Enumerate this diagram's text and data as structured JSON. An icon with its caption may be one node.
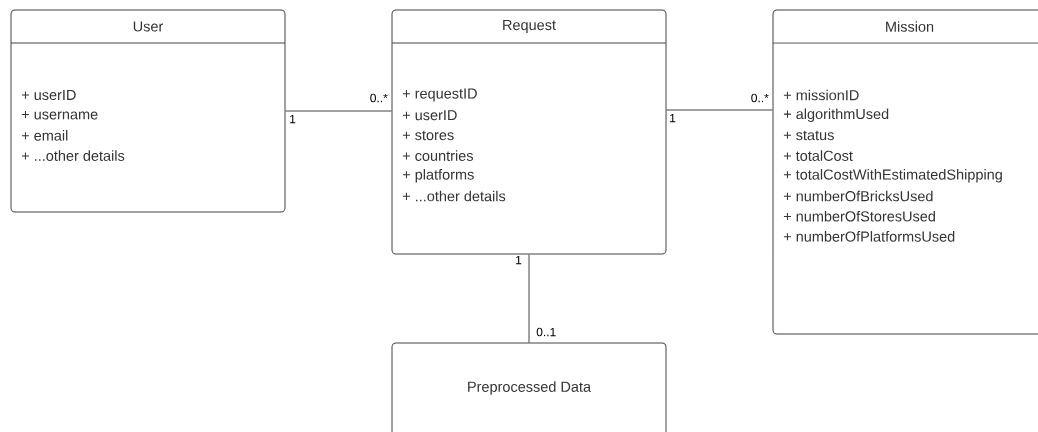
{
  "diagram": {
    "nodes": [
      {
        "text": [
          "User",
          "+ userID",
          "+ username",
          "+ email",
          "+ ...other details"
        ]
      },
      {
        "text": [
          "Request",
          "+ requestID",
          "+ userID",
          "+ stores",
          "+ countries",
          "+ platforms",
          "+ ...other details"
        ]
      },
      {
        "text": [
          "Mission",
          "+ missionID",
          "+ algorithmUsed",
          "+ status",
          "+ totalCost",
          "+ totalCostWithEstimatedShipping",
          "+ numberOfBricksUsed",
          "+ numberOfStoresUsed",
          "+ numberOfPlatformsUsed"
        ]
      },
      {
        "text": [
          "Preprocessed Data"
        ]
      }
    ],
    "edges": [
      {
        "from": 0,
        "to": 1,
        "arrow": "none"
      },
      {
        "from": 1,
        "to": 2,
        "arrow": "none"
      },
      {
        "from": 1,
        "to": 3,
        "arrow": "none"
      }
    ],
    "labels": [
      "0..*",
      "1",
      "0..*",
      "1",
      "1",
      "0..1"
    ]
  }
}
